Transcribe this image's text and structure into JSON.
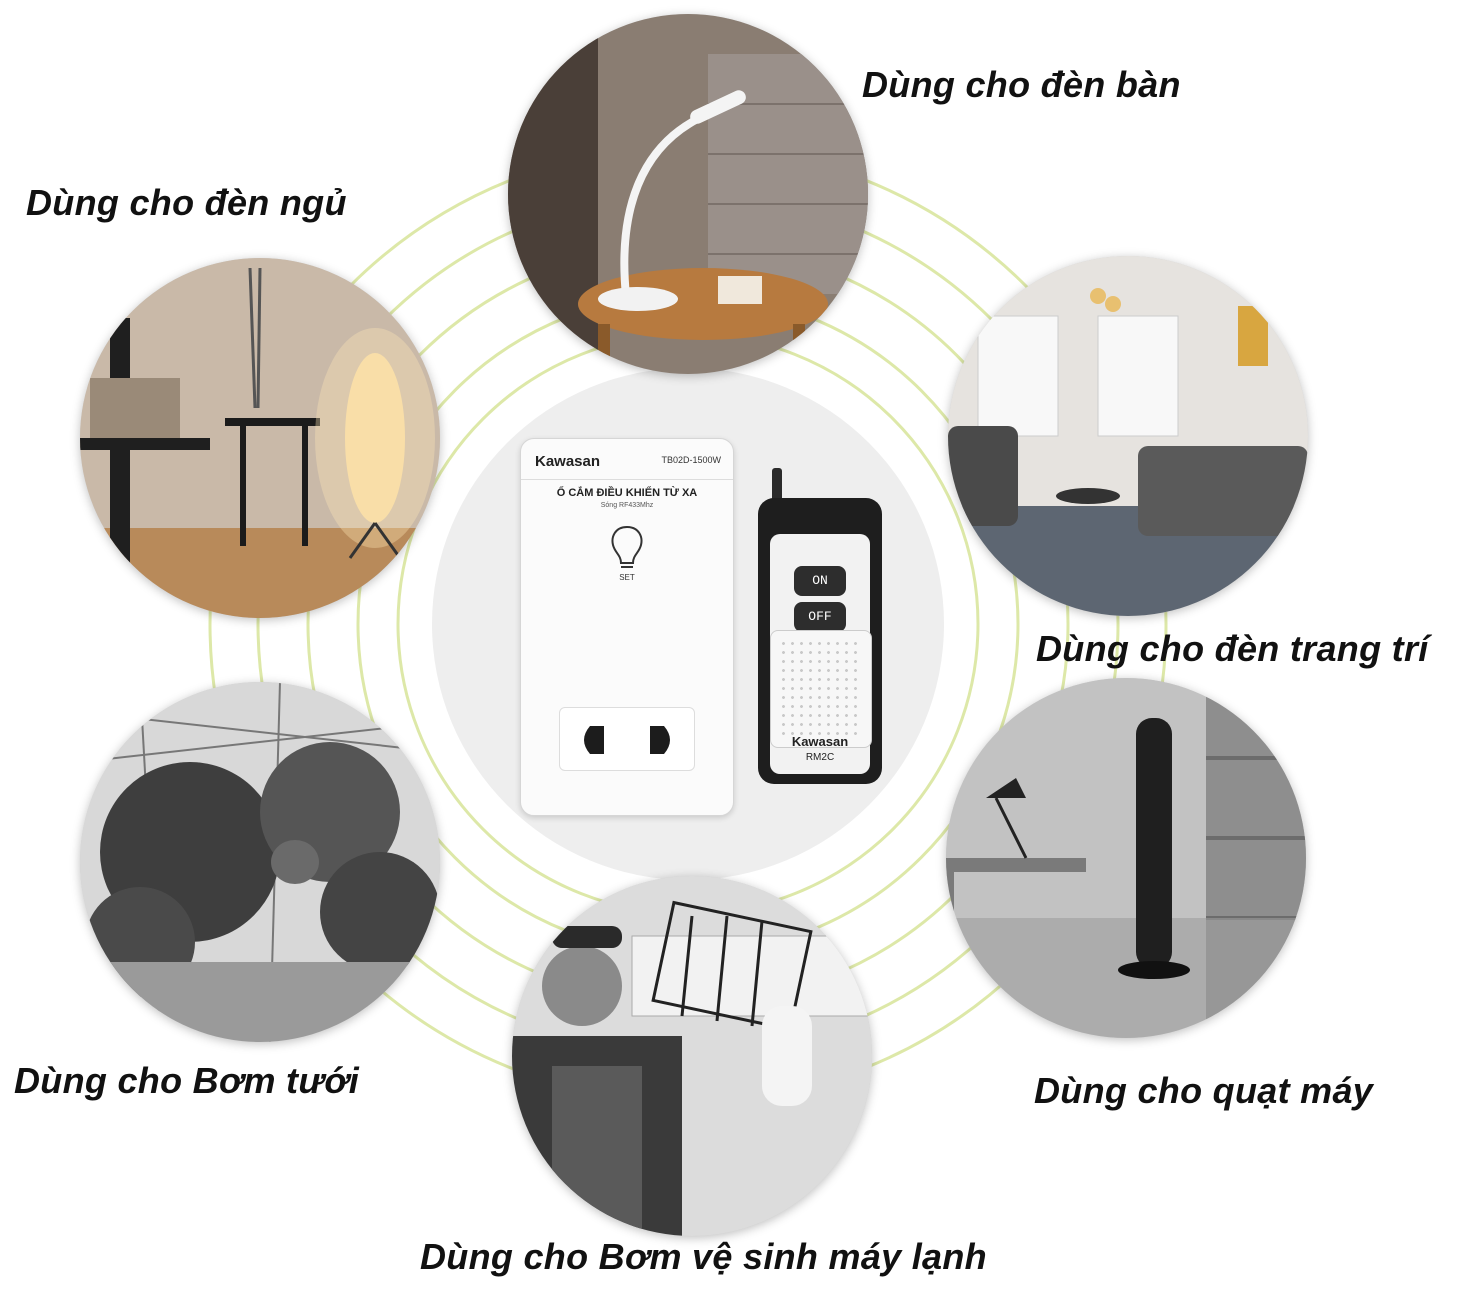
{
  "captions": {
    "desk_lamp": "Dùng cho đèn bàn",
    "night_lamp": "Dùng cho đèn ngủ",
    "decor_light": "Dùng cho đèn trang trí",
    "garden_pump": "Dùng cho Bơm tưới",
    "fan": "Dùng cho quạt máy",
    "ac_cleaning_pump": "Dùng cho Bơm vệ sinh máy lạnh"
  },
  "socket": {
    "brand": "Kawasan",
    "model": "TB02D-1500W",
    "title": "Ổ CẮM ĐIỀU KHIỂN TỪ XA",
    "subtitle": "Sóng RF433Mhz",
    "set_label": "SET"
  },
  "remote": {
    "on_label": "ON",
    "off_label": "OFF",
    "brand": "Kawasan",
    "model": "RM2C"
  },
  "colors": {
    "ring": "#dde8a8",
    "caption": "#111111",
    "center_disc": "#eeeeee"
  },
  "icons": [
    "bulb-icon",
    "outlet-icon"
  ]
}
